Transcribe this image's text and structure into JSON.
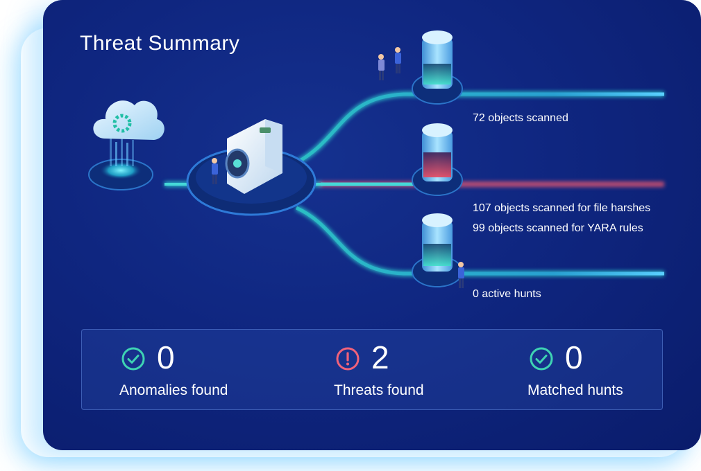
{
  "header": {
    "title": "Threat Summary"
  },
  "pipeline": {
    "scans": [
      {
        "label": "72 objects scanned",
        "line_color": "#35d5d0"
      },
      {
        "label": "107 objects scanned for file harshes",
        "line_color": "#e3576f"
      },
      {
        "label": "99 objects scanned for YARA rules",
        "line_color": "#e3576f"
      },
      {
        "label": "0 active hunts",
        "line_color": "#35d5d0"
      }
    ]
  },
  "stats": [
    {
      "value": "0",
      "label": "Anomalies found",
      "icon": "check-circle-icon",
      "color": "#3ed3b3"
    },
    {
      "value": "2",
      "label": "Threats found",
      "icon": "alert-circle-icon",
      "color": "#f0627a"
    },
    {
      "value": "0",
      "label": "Matched hunts",
      "icon": "check-circle-icon",
      "color": "#3ed3b3"
    }
  ],
  "colors": {
    "card_bg": "#0f2680",
    "safe": "#3ed3b3",
    "danger": "#f0627a",
    "accent_line": "#35d5d0"
  }
}
